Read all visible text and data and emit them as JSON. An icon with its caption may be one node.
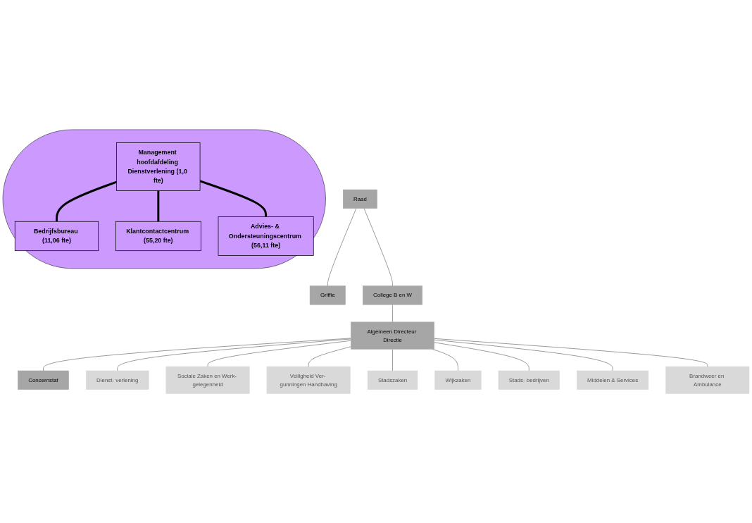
{
  "diagram": {
    "nodes": [
      {
        "text": [],
        "shape": "ellipse"
      },
      {
        "text": [
          "Raad"
        ]
      },
      {
        "text": [
          "Griffie"
        ]
      },
      {
        "text": [
          "College B en W"
        ]
      },
      {
        "text": [
          "Algemeen Directeur Directie"
        ]
      },
      {
        "text": [
          "Concernstaf"
        ]
      },
      {
        "text": [
          "Management hoofdafdeling Dienstverlening (1,0 fte)"
        ],
        "in": 0
      },
      {
        "text": [
          "Bedrijfsbureau (11,06 fte)"
        ],
        "in": 0
      },
      {
        "text": [
          "Dienst- verlening"
        ]
      },
      {
        "text": [
          "Sociale Zaken en Werk- gelegenheid"
        ]
      },
      {
        "text": [
          "Veiligheid Ver- gunningen Handhaving"
        ]
      },
      {
        "text": [
          "Stadszaken"
        ]
      },
      {
        "text": [
          "Wijkzaken"
        ]
      },
      {
        "text": [
          "Stads- bedrijven"
        ]
      },
      {
        "text": [
          "Middelen & Services"
        ]
      },
      {
        "text": [
          "Brandweer en Ambulance"
        ]
      },
      {
        "text": [
          "Klantcontactcentrum (55,20 fte)"
        ],
        "in": 0
      },
      {
        "text": [
          "Advies- & Ondersteuningscentrum (56,11 fte)"
        ],
        "in": 0
      }
    ],
    "edges": [
      {
        "from": 1,
        "to": 2,
        "arrow": "none"
      },
      {
        "from": 1,
        "to": 3,
        "arrow": "none"
      },
      {
        "from": 3,
        "to": 4,
        "arrow": "none"
      },
      {
        "from": 4,
        "to": 5,
        "arrow": "none"
      },
      {
        "from": 4,
        "to": 8,
        "arrow": "none"
      },
      {
        "from": 4,
        "to": 9,
        "arrow": "none"
      },
      {
        "from": 4,
        "to": 10,
        "arrow": "none"
      },
      {
        "from": 4,
        "to": 11,
        "arrow": "none"
      },
      {
        "from": 4,
        "to": 12,
        "arrow": "none"
      },
      {
        "from": 4,
        "to": 13,
        "arrow": "none"
      },
      {
        "from": 4,
        "to": 14,
        "arrow": "none"
      },
      {
        "from": 4,
        "to": 15,
        "arrow": "none"
      },
      {
        "from": 6,
        "to": 7,
        "arrow": "none",
        "style": "thick"
      },
      {
        "from": 6,
        "to": 16,
        "arrow": "none",
        "style": "thick"
      },
      {
        "from": 6,
        "to": 17,
        "arrow": "none",
        "style": "thick"
      }
    ]
  }
}
